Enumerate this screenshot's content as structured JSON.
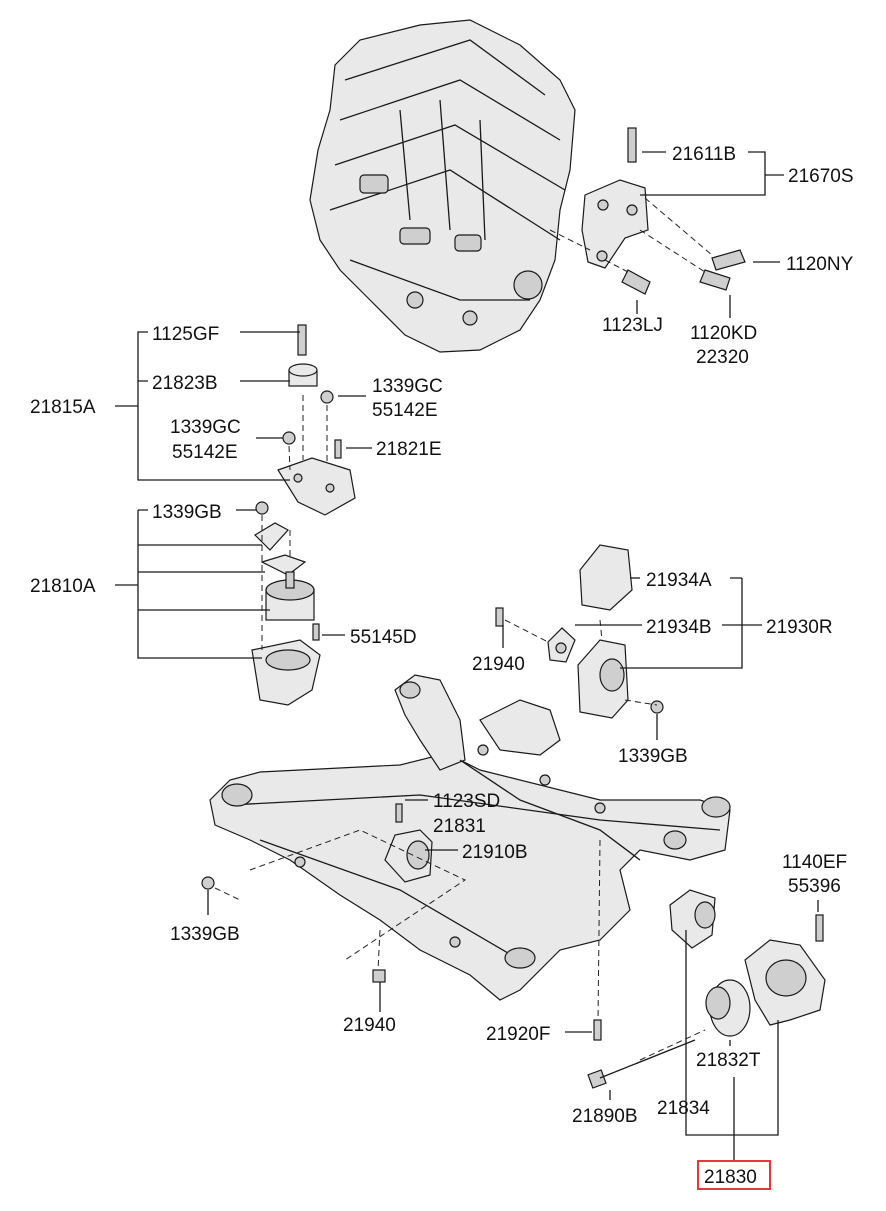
{
  "diagram": {
    "labels": {
      "p21611B": "21611B",
      "p21670S": "21670S",
      "p1120NY": "1120NY",
      "p1123LJ": "1123LJ",
      "p1120KD": "1120KD",
      "p22320": "22320",
      "p1125GF": "1125GF",
      "p21823B": "21823B",
      "p1339GC_a": "1339GC",
      "p55142E_a": "55142E",
      "p21815A": "21815A",
      "p1339GC_b": "1339GC",
      "p55142E_b": "55142E",
      "p21821E": "21821E",
      "p1339GB_a": "1339GB",
      "p21810A": "21810A",
      "p55145D": "55145D",
      "p21934A": "21934A",
      "p21934B": "21934B",
      "p21930R": "21930R",
      "p21940_a": "21940",
      "p1339GB_b": "1339GB",
      "p1123SD": "1123SD",
      "p21831": "21831",
      "p21910B": "21910B",
      "p1339GB_c": "1339GB",
      "p21940_b": "21940",
      "p21920F": "21920F",
      "p1140EF": "1140EF",
      "p55396": "55396",
      "p21832T": "21832T",
      "p21890B": "21890B",
      "p21834": "21834",
      "p21830": "21830"
    },
    "highlight_color": "#e53935"
  }
}
